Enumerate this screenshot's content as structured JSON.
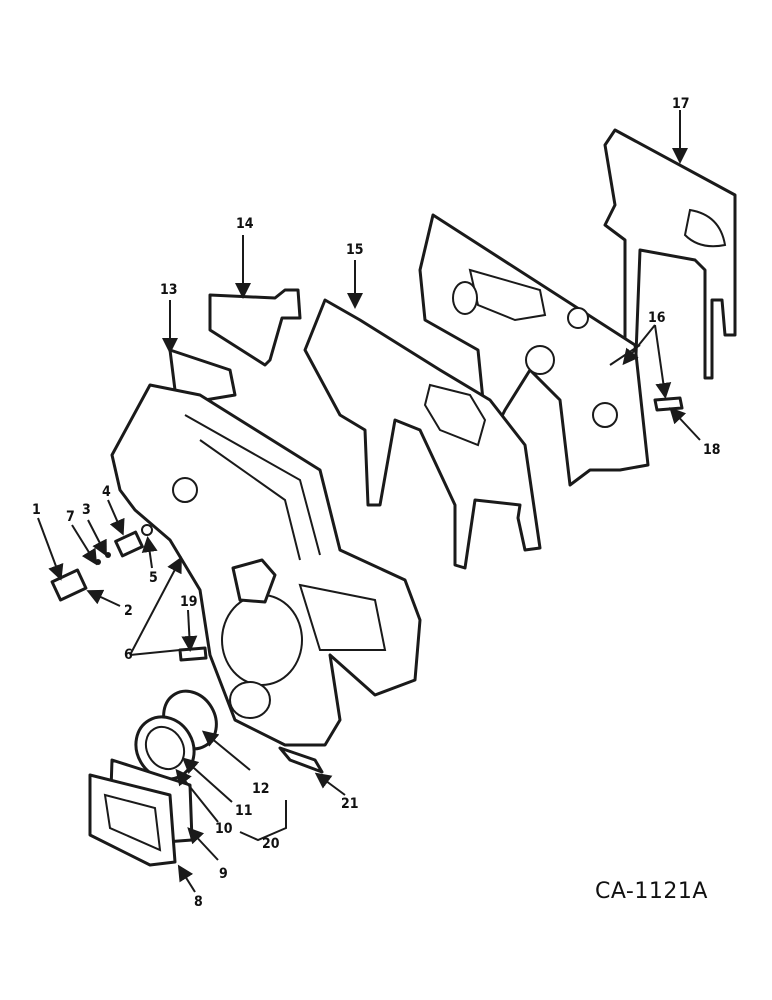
{
  "drawing_code": "CA-1121A",
  "callouts": [
    "1",
    "2",
    "3",
    "4",
    "5",
    "6",
    "7",
    "8",
    "9",
    "10",
    "11",
    "12",
    "13",
    "14",
    "15",
    "16",
    "17",
    "18",
    "19",
    "20",
    "21"
  ]
}
